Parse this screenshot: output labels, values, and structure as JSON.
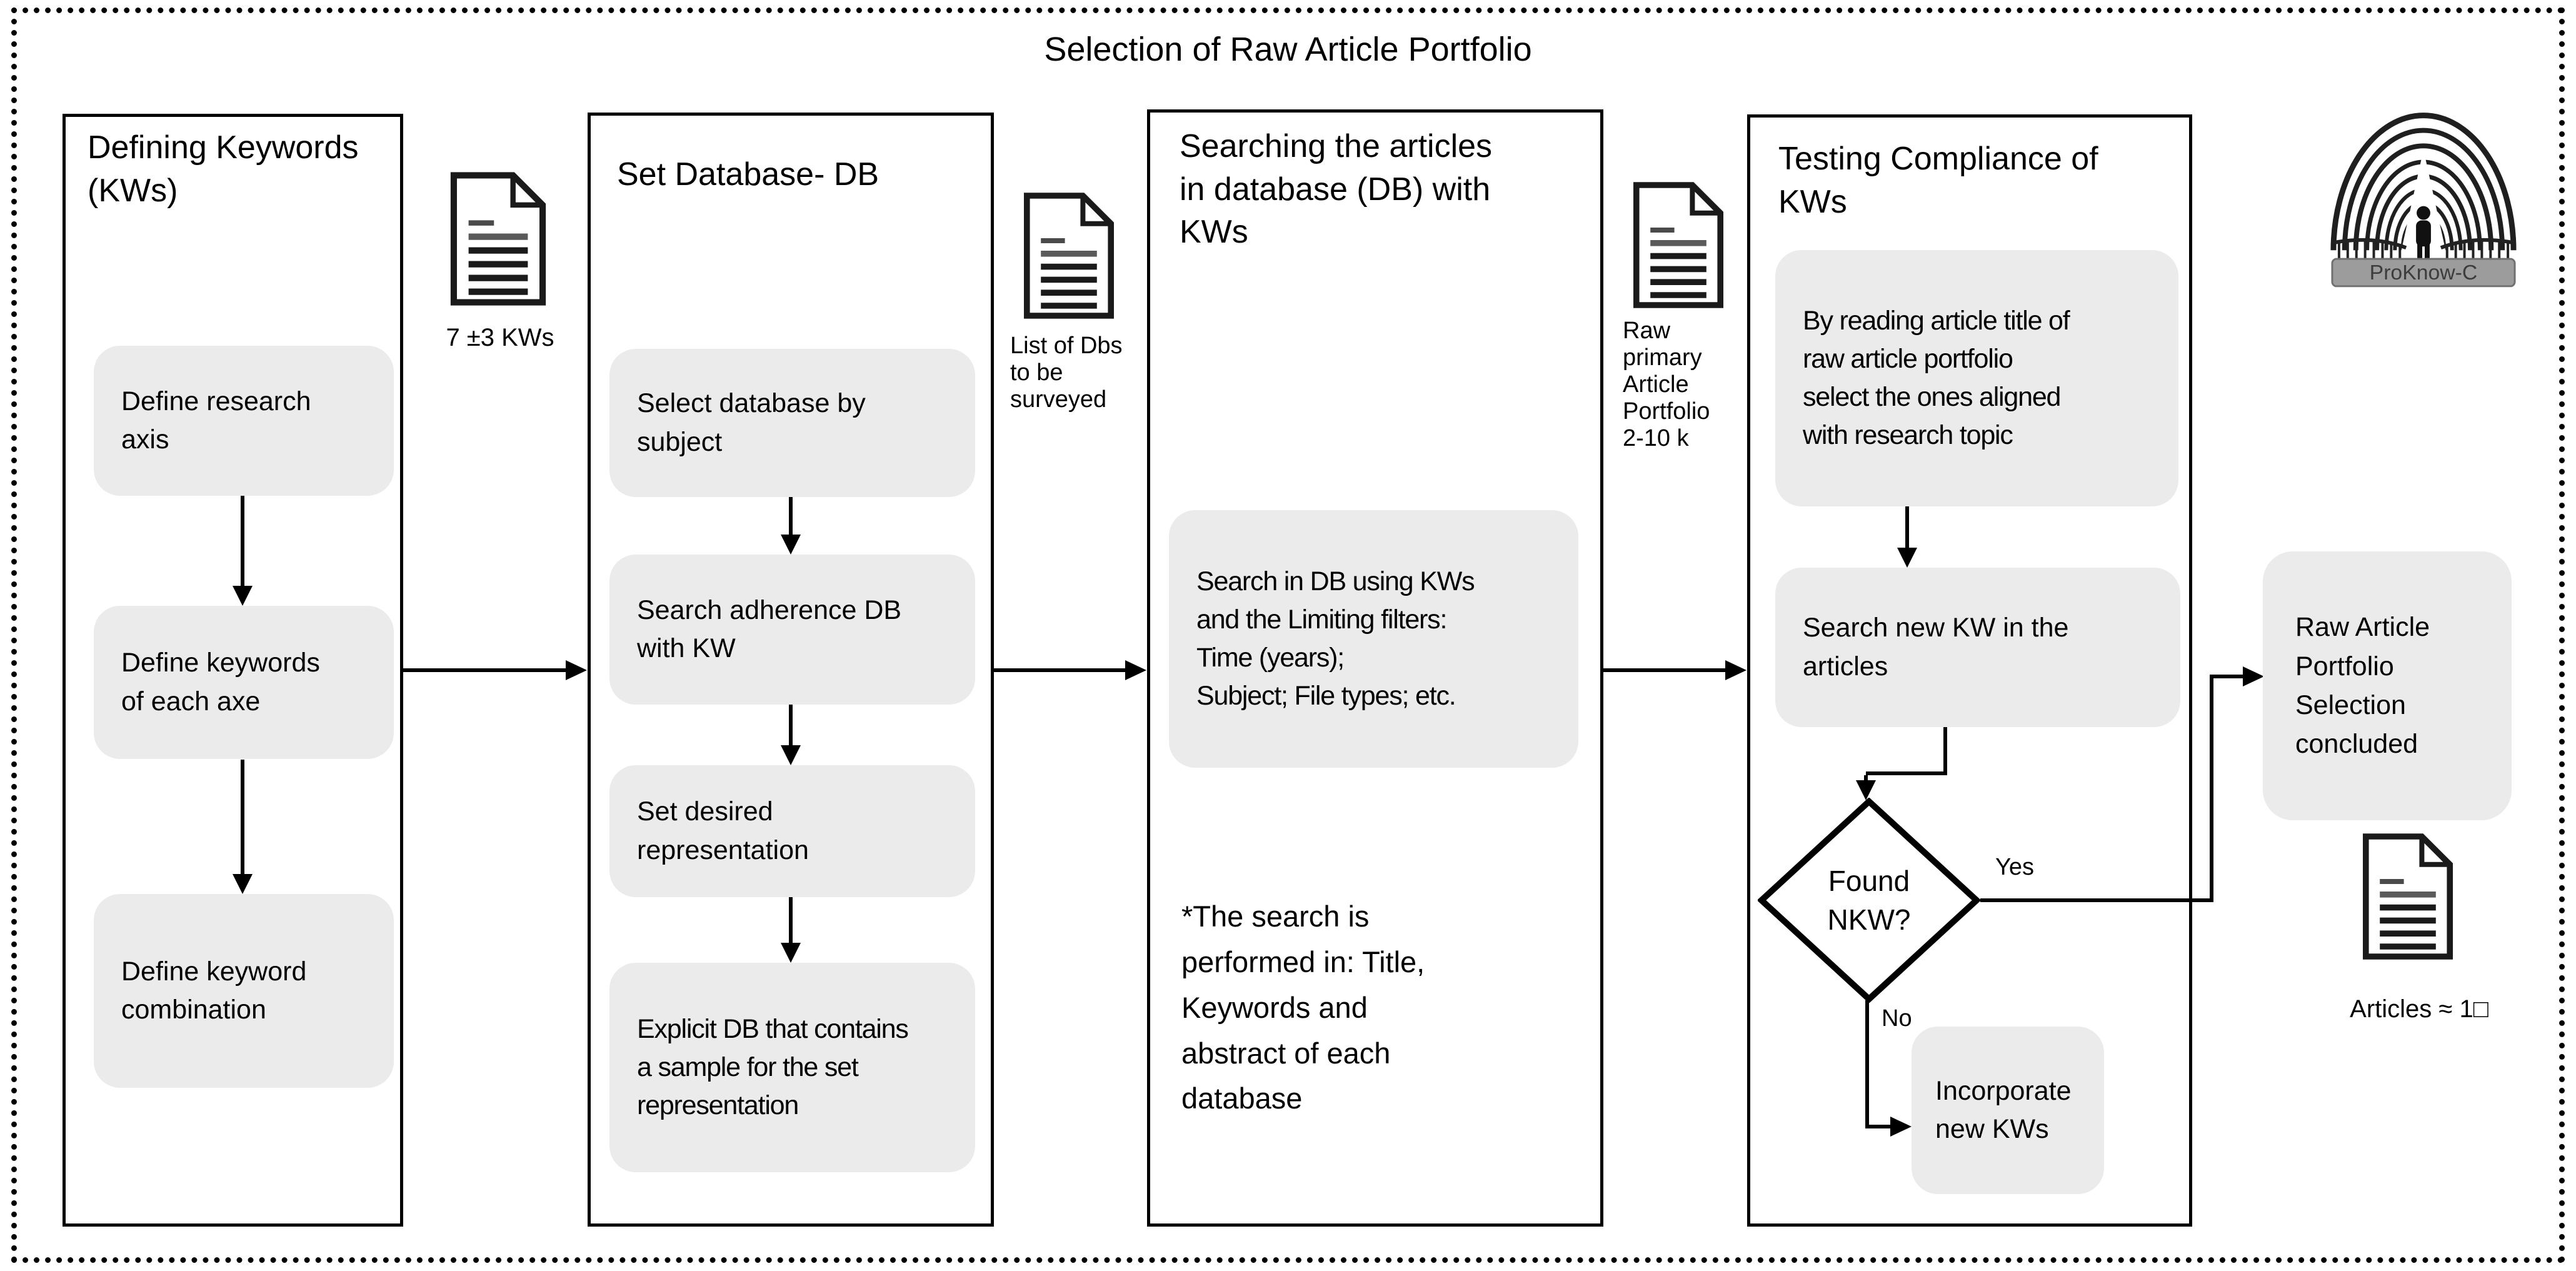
{
  "title": "Selection of Raw Article Portfolio",
  "logo": {
    "label": "ProKnow-C"
  },
  "stages": [
    {
      "header": "Defining Keywords\n(KWs)",
      "steps": [
        "Define research\naxis",
        "Define keywords\nof each axe",
        "Define keyword\ncombination"
      ]
    },
    {
      "header": "Set Database- DB",
      "steps": [
        "Select database by\nsubject",
        "Search adherence DB\nwith KW",
        "Set desired\nrepresentation",
        "Explicit DB that contains\na sample for the set\nrepresentation"
      ]
    },
    {
      "header": "Searching the articles\nin database (DB) with\nKWs",
      "steps": [
        "Search in DB using KWs\nand the Limiting filters:\nTime (years);\nSubject; File types; etc."
      ],
      "note": "*The search is\nperformed in: Title,\nKeywords and\nabstract of each\ndatabase"
    },
    {
      "header": "Testing Compliance of\nKWs",
      "steps": [
        "By reading article title of\nraw article portfolio\nselect the ones aligned\nwith research topic",
        "Search new KW in the\narticles"
      ],
      "decision": {
        "question": "Found\nNKW?",
        "yes": "Yes",
        "no": "No"
      },
      "no_step": "Incorporate\nnew KWs"
    }
  ],
  "artifacts": [
    {
      "icon": "document-icon",
      "label": "7 ±3 KWs"
    },
    {
      "icon": "document-icon",
      "label": "List of Dbs\nto be\nsurveyed"
    },
    {
      "icon": "document-icon",
      "label": "Raw\nprimary\nArticle\nPortfolio\n2-10 k"
    },
    {
      "icon": "document-icon",
      "label": "Articles ≈  1□"
    }
  ],
  "result": "Raw Article\nPortfolio\nSelection\nconcluded",
  "colors": {
    "step_fill": "#ebebeb",
    "line": "#000000",
    "logo_banner": "#9c9c9c"
  }
}
